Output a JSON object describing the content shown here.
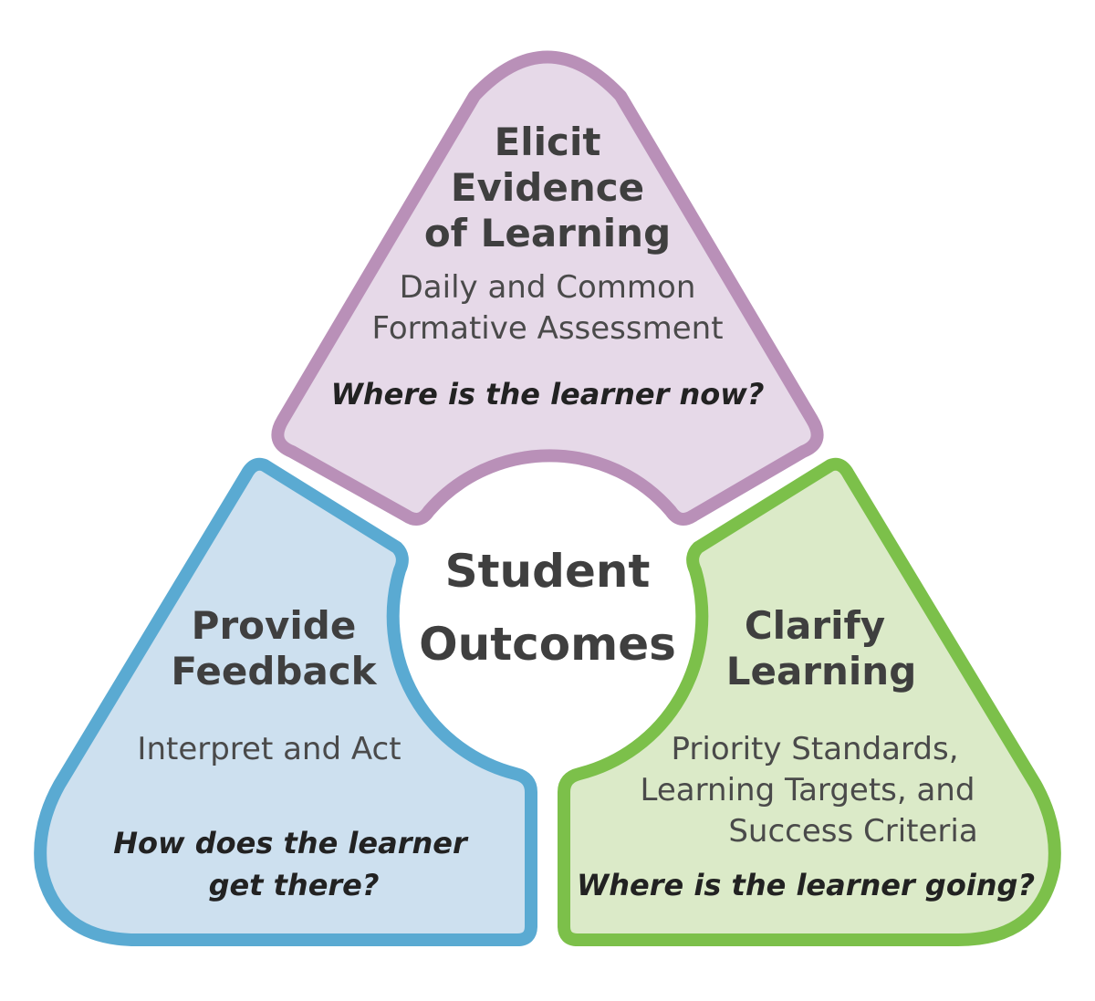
{
  "diagram": {
    "center": {
      "line1": "Student",
      "line2": "Outcomes"
    },
    "top": {
      "title_lines": [
        "Elicit",
        "Evidence",
        "of Learning"
      ],
      "subtitle_lines": [
        "Daily and Common",
        "Formative Assessment"
      ],
      "question": "Where is the learner now?",
      "fill_color": "#e6d9e8",
      "stroke_color": "#b990b8"
    },
    "left": {
      "title_lines": [
        "Provide",
        "Feedback"
      ],
      "subtitle": "Interpret and Act",
      "question_lines": [
        "How does the learner",
        "get there?"
      ],
      "fill_color": "#cde0ef",
      "stroke_color": "#5aaad2"
    },
    "right": {
      "title_lines": [
        "Clarify",
        "Learning"
      ],
      "subtitle_lines": [
        "Priority Standards,",
        "Learning Targets, and",
        "Success Criteria"
      ],
      "question": "Where is the learner going?",
      "fill_color": "#dbeac8",
      "stroke_color": "#7cc04a"
    }
  }
}
